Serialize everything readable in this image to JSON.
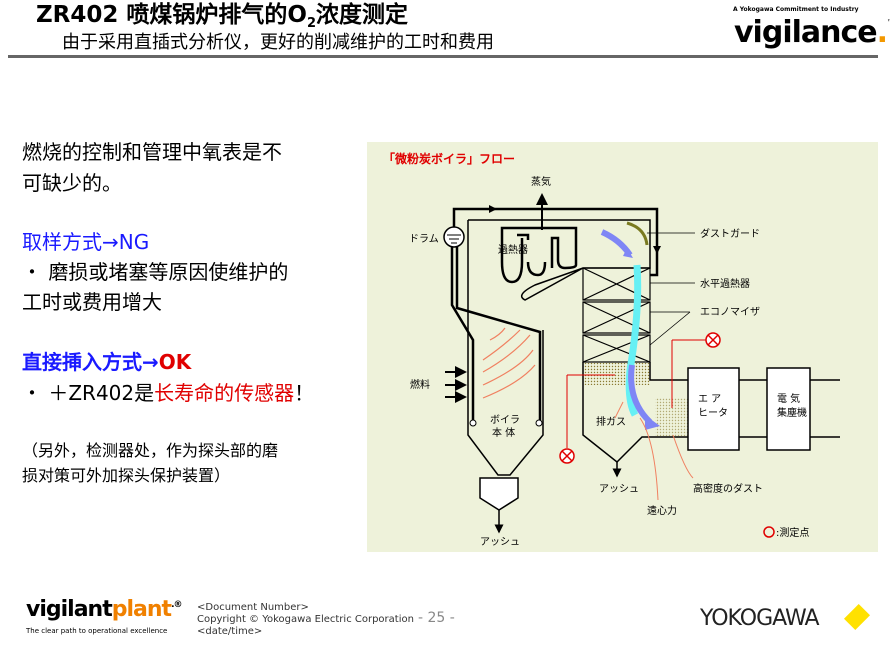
{
  "header": {
    "title_prefix": "ZR402 喷煤锅炉排气的O",
    "title_sub": "2",
    "title_suffix": "浓度测定",
    "subtitle": "由于采用直插式分析仪，更好的削减维护的工时和费用",
    "brand_tag": "A Yokogawa Commitment to Industry",
    "brand": "vigilance",
    "brand_tm": "™"
  },
  "body": {
    "line1": "燃烧的控制和管理中氧表是不",
    "line2": "可缺少的。",
    "ng_heading": "取样方式→NG",
    "ng_bullet1": "・ 磨损或堵塞等原因使维护的",
    "ng_bullet2": "工时或费用增大",
    "ok_heading_a": "直接挿入方式→",
    "ok_heading_b": "OK",
    "ok_bullet_a": "・ ＋ZR402是",
    "ok_bullet_b": "长寿命的传感器",
    "ok_bullet_c": "！",
    "note1": "（另外，检测器处，作为探头部的磨",
    "note2": "损对策可外加探头保护装置）"
  },
  "diagram": {
    "title": "「微粉炭ボイラ」フロー",
    "steam": "蒸気",
    "drum": "ドラム",
    "superheater": "過熱器",
    "dust_guard": "ダストガード",
    "horizontal_superheater": "水平過熱器",
    "economizer": "エコノマイザ",
    "fuel": "燃料",
    "boiler_body_1": "ボイラ",
    "boiler_body_2": "本 体",
    "exhaust_gas": "排ガス",
    "air_heater_1": "エ ア",
    "air_heater_2": "ヒータ",
    "esp_1": "電 気",
    "esp_2": "集塵機",
    "ash_1": "アッシュ",
    "ash_2": "アッシュ",
    "centrifugal": "遠心力",
    "dense_dust": "高密度のダスト",
    "legend": ":測定点"
  },
  "footer": {
    "logo_a": "vigilant",
    "logo_b": "plant",
    "logo_dot": ".®",
    "tagline": "The clear path to operational excellence",
    "doc_number": "<Document  Number>",
    "copyright": "Copyright © Yokogawa Electric Corporation",
    "date": "<date/time>",
    "page": "- 25 -",
    "company": "YOKOGAWA"
  },
  "colors": {
    "panel": "#eef2da",
    "red": "#e00000",
    "blue": "#1a1aff",
    "flow_blue": "#7f86f5",
    "cyan": "#66f0f4",
    "dust_guard": "#7a7a20"
  }
}
